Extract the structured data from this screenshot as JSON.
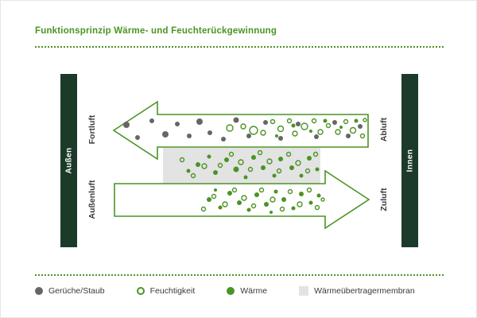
{
  "title": "Funktionsprinzip Wärme- und Feuchterückgewinnung",
  "colors": {
    "accent": "#4a9424",
    "dark_green": "#1b3b28",
    "dust": "#666666",
    "heat": "#4a9424",
    "membrane": "#e3e3e3",
    "text": "#3a3a3a"
  },
  "labels": {
    "outside": "Außen",
    "inside": "Innen",
    "exhaust_out": "Fortluft",
    "exhaust_in": "Abluft",
    "fresh_in": "Außenluft",
    "supply": "Zuluft"
  },
  "legend": [
    {
      "type": "dust",
      "label": "Gerüche/Staub"
    },
    {
      "type": "moisture",
      "label": "Feuchtigkeit"
    },
    {
      "type": "heat",
      "label": "Wärme"
    },
    {
      "type": "membrane",
      "label": "Wärmeübertragermembran"
    }
  ],
  "particles": [
    [
      158,
      156,
      4,
      "d"
    ],
    [
      172,
      172,
      3,
      "d"
    ],
    [
      190,
      151,
      3,
      "d"
    ],
    [
      207,
      168,
      4,
      "d"
    ],
    [
      222,
      155,
      3,
      "d"
    ],
    [
      237,
      170,
      3,
      "d"
    ],
    [
      250,
      152,
      4,
      "d"
    ],
    [
      263,
      166,
      3,
      "d"
    ],
    [
      280,
      174,
      3,
      "d"
    ],
    [
      296,
      150,
      3.5,
      "d"
    ],
    [
      312,
      170,
      3,
      "d"
    ],
    [
      333,
      153,
      3,
      "d"
    ],
    [
      352,
      173,
      3,
      "d"
    ],
    [
      374,
      155,
      3,
      "d"
    ],
    [
      397,
      171,
      3,
      "d"
    ],
    [
      420,
      153,
      3,
      "d"
    ],
    [
      437,
      170,
      3,
      "d"
    ],
    [
      452,
      158,
      3,
      "d"
    ],
    [
      288,
      160,
      4,
      "m"
    ],
    [
      305,
      158,
      3,
      "m"
    ],
    [
      318,
      163,
      5,
      "m"
    ],
    [
      330,
      166,
      3,
      "m"
    ],
    [
      342,
      152,
      2.5,
      "m"
    ],
    [
      352,
      161,
      3.5,
      "m"
    ],
    [
      363,
      151,
      2.5,
      "m"
    ],
    [
      370,
      167,
      3,
      "m"
    ],
    [
      382,
      158,
      4,
      "m"
    ],
    [
      394,
      151,
      2.5,
      "m"
    ],
    [
      402,
      165,
      3,
      "m"
    ],
    [
      412,
      157,
      2.5,
      "m"
    ],
    [
      424,
      165,
      3,
      "m"
    ],
    [
      434,
      152,
      2.5,
      "m"
    ],
    [
      443,
      163,
      3.5,
      "m"
    ],
    [
      455,
      170,
      2.5,
      "m"
    ],
    [
      458,
      150,
      2,
      "m"
    ],
    [
      347,
      170,
      2,
      "h"
    ],
    [
      368,
      157,
      2.5,
      "h"
    ],
    [
      390,
      164,
      2,
      "h"
    ],
    [
      408,
      151,
      2.5,
      "h"
    ],
    [
      428,
      159,
      2,
      "h"
    ],
    [
      447,
      151,
      2.5,
      "h"
    ],
    [
      236,
      214,
      2.5,
      "h"
    ],
    [
      248,
      206,
      3,
      "h"
    ],
    [
      262,
      196,
      2.5,
      "h"
    ],
    [
      270,
      216,
      3,
      "h"
    ],
    [
      284,
      200,
      3,
      "h"
    ],
    [
      296,
      212,
      3.5,
      "h"
    ],
    [
      308,
      222,
      2.5,
      "h"
    ],
    [
      318,
      197,
      3,
      "h"
    ],
    [
      330,
      210,
      3,
      "h"
    ],
    [
      344,
      220,
      2.5,
      "h"
    ],
    [
      352,
      199,
      3,
      "h"
    ],
    [
      366,
      210,
      3,
      "h"
    ],
    [
      378,
      220,
      2.5,
      "h"
    ],
    [
      388,
      198,
      3,
      "h"
    ],
    [
      398,
      212,
      2.5,
      "h"
    ],
    [
      228,
      200,
      2.5,
      "m"
    ],
    [
      242,
      220,
      2.5,
      "m"
    ],
    [
      256,
      208,
      3,
      "m"
    ],
    [
      276,
      207,
      2.5,
      "m"
    ],
    [
      290,
      193,
      2.5,
      "m"
    ],
    [
      302,
      203,
      3,
      "m"
    ],
    [
      314,
      212,
      2.5,
      "m"
    ],
    [
      326,
      191,
      2.5,
      "m"
    ],
    [
      338,
      202,
      3,
      "m"
    ],
    [
      350,
      214,
      2.5,
      "m"
    ],
    [
      362,
      193,
      2.5,
      "m"
    ],
    [
      374,
      204,
      3,
      "m"
    ],
    [
      386,
      214,
      2.5,
      "m"
    ],
    [
      396,
      193,
      2.5,
      "m"
    ],
    [
      262,
      250,
      3,
      "h"
    ],
    [
      270,
      238,
      2,
      "h"
    ],
    [
      276,
      260,
      2.5,
      "h"
    ],
    [
      288,
      242,
      3,
      "h"
    ],
    [
      300,
      254,
      3,
      "h"
    ],
    [
      312,
      263,
      2.5,
      "h"
    ],
    [
      322,
      244,
      3,
      "h"
    ],
    [
      334,
      256,
      3,
      "h"
    ],
    [
      340,
      266,
      2,
      "h"
    ],
    [
      346,
      240,
      2.5,
      "h"
    ],
    [
      356,
      250,
      3,
      "h"
    ],
    [
      368,
      261,
      2.5,
      "h"
    ],
    [
      378,
      243,
      3,
      "h"
    ],
    [
      390,
      254,
      2.5,
      "h"
    ],
    [
      400,
      245,
      2.5,
      "h"
    ],
    [
      255,
      262,
      2.5,
      "m"
    ],
    [
      268,
      246,
      2.5,
      "m"
    ],
    [
      282,
      256,
      3,
      "m"
    ],
    [
      294,
      238,
      2.5,
      "m"
    ],
    [
      306,
      248,
      3,
      "m"
    ],
    [
      318,
      258,
      2.5,
      "m"
    ],
    [
      328,
      238,
      2.5,
      "m"
    ],
    [
      342,
      250,
      3,
      "m"
    ],
    [
      354,
      262,
      2.5,
      "m"
    ],
    [
      364,
      240,
      2.5,
      "m"
    ],
    [
      376,
      256,
      3,
      "m"
    ],
    [
      388,
      238,
      2.5,
      "m"
    ],
    [
      398,
      260,
      2.5,
      "m"
    ],
    [
      405,
      250,
      2,
      "m"
    ]
  ]
}
